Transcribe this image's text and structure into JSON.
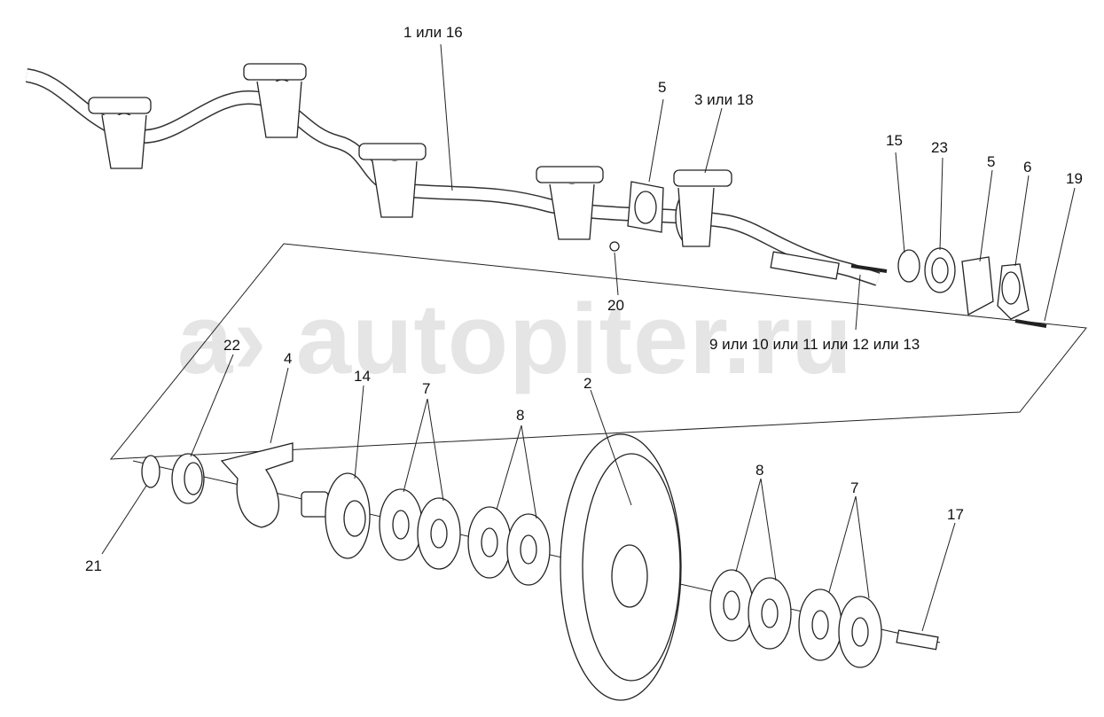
{
  "diagram": {
    "watermark": "autopiter.ru",
    "labels": {
      "shaft": "1 или 16",
      "gasket_top": "5",
      "bracket_top": "3 или 18",
      "bushing": "15",
      "bearing_top": "23",
      "gasket_right": "5",
      "cover": "6",
      "bolt_top": "19",
      "nut": "20",
      "pins": "9 или 10 или 11 или 12 или 13",
      "seal": "22",
      "bracket": "4",
      "hub": "14",
      "shims_left_7": "7",
      "shims_left_8": "8",
      "pulley": "2",
      "shims_right_8": "8",
      "shims_right_7": "7",
      "bolt_bottom": "17",
      "ring": "21"
    },
    "colors": {
      "line": "#222222",
      "watermark": "#c8c8c8"
    }
  }
}
